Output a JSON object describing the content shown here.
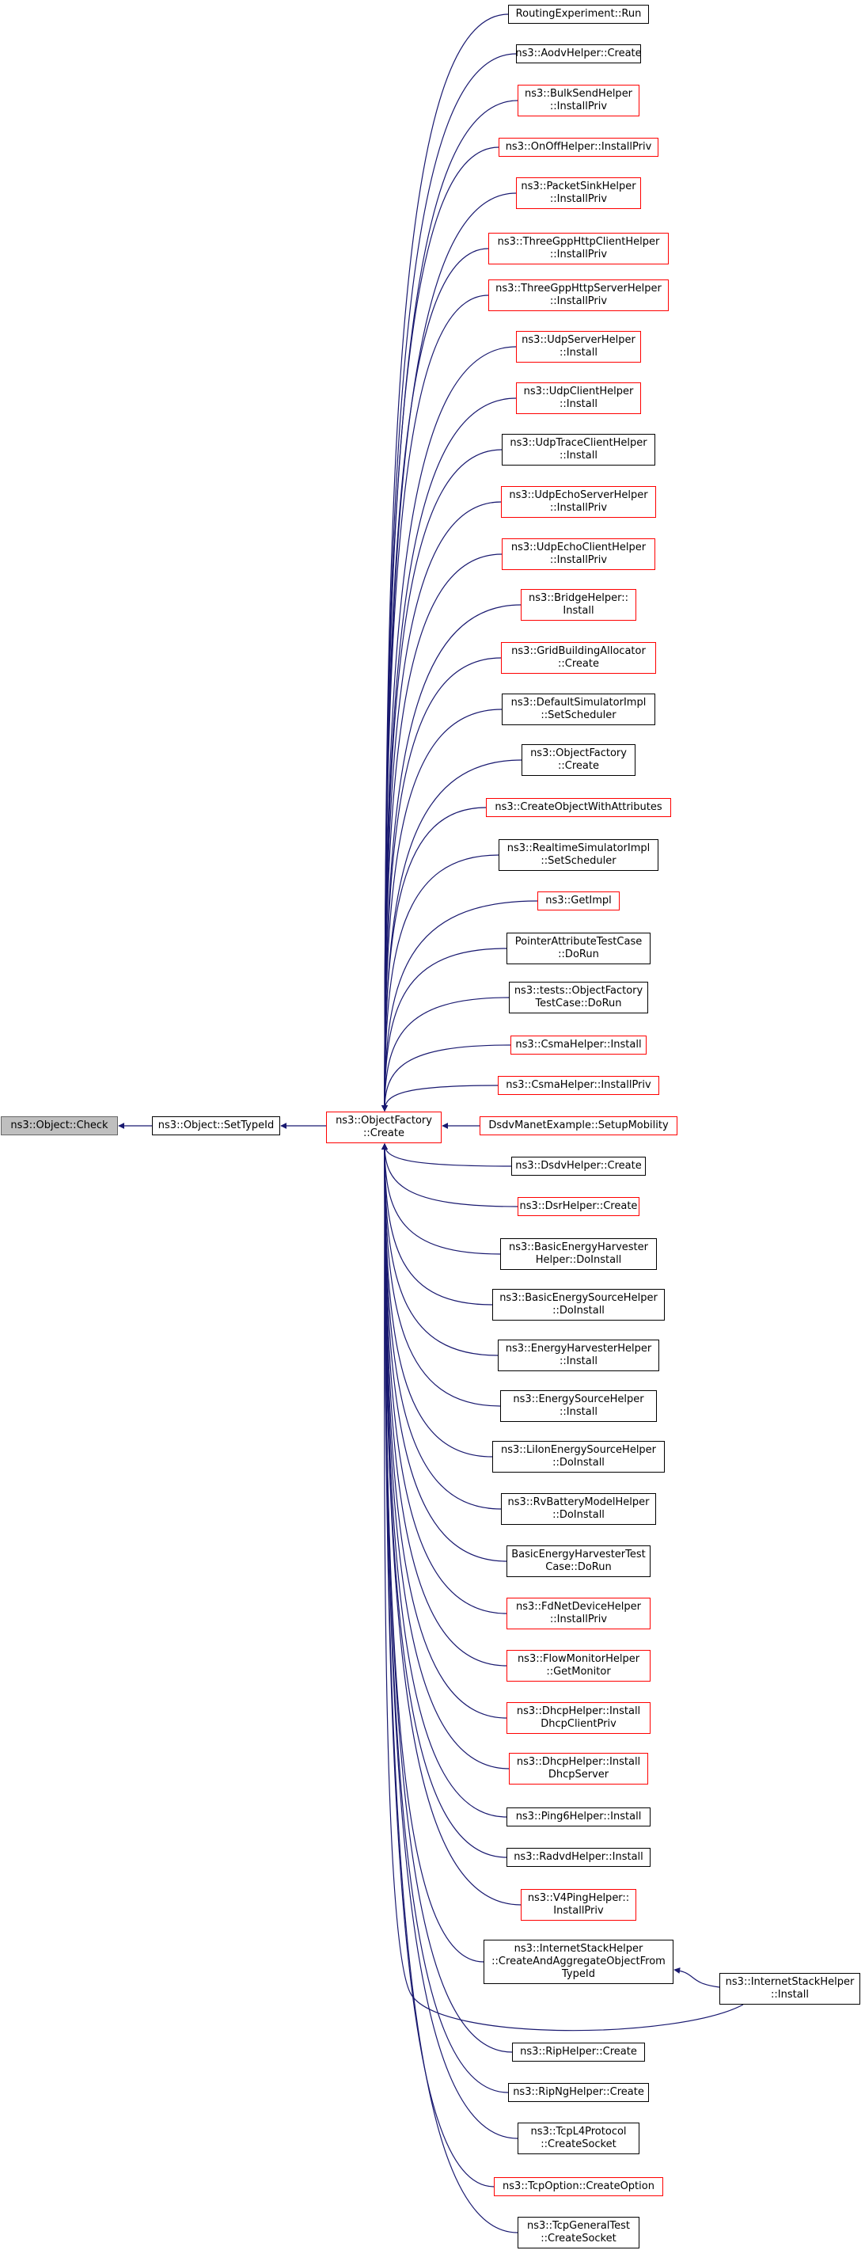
{
  "colors": {
    "edge": "#191970",
    "border_documented": "#000000",
    "border_undocumented": "#ff0000",
    "root_fill": "#bfbfbf",
    "root_border": "#666666"
  },
  "root": {
    "label": "ns3::Object::Check"
  },
  "settypeid": {
    "label": "ns3::Object::SetTypeId"
  },
  "objectfactory": {
    "label": "ns3::ObjectFactory\n::Create"
  },
  "callers": [
    {
      "label": "RoutingExperiment::Run",
      "style": "black"
    },
    {
      "label": "ns3::AodvHelper::Create",
      "style": "black"
    },
    {
      "label": "ns3::BulkSendHelper\n::InstallPriv",
      "style": "red"
    },
    {
      "label": "ns3::OnOffHelper::InstallPriv",
      "style": "red"
    },
    {
      "label": "ns3::PacketSinkHelper\n::InstallPriv",
      "style": "red"
    },
    {
      "label": "ns3::ThreeGppHttpClientHelper\n::InstallPriv",
      "style": "red"
    },
    {
      "label": "ns3::ThreeGppHttpServerHelper\n::InstallPriv",
      "style": "red"
    },
    {
      "label": "ns3::UdpServerHelper\n::Install",
      "style": "red"
    },
    {
      "label": "ns3::UdpClientHelper\n::Install",
      "style": "red"
    },
    {
      "label": "ns3::UdpTraceClientHelper\n::Install",
      "style": "black"
    },
    {
      "label": "ns3::UdpEchoServerHelper\n::InstallPriv",
      "style": "red"
    },
    {
      "label": "ns3::UdpEchoClientHelper\n::InstallPriv",
      "style": "red"
    },
    {
      "label": "ns3::BridgeHelper::\nInstall",
      "style": "red"
    },
    {
      "label": "ns3::GridBuildingAllocator\n::Create",
      "style": "red"
    },
    {
      "label": "ns3::DefaultSimulatorImpl\n::SetScheduler",
      "style": "black"
    },
    {
      "label": "ns3::ObjectFactory\n::Create",
      "style": "black"
    },
    {
      "label": "ns3::CreateObjectWithAttributes",
      "style": "red"
    },
    {
      "label": "ns3::RealtimeSimulatorImpl\n::SetScheduler",
      "style": "black"
    },
    {
      "label": "ns3::GetImpl",
      "style": "red"
    },
    {
      "label": "PointerAttributeTestCase\n::DoRun",
      "style": "black"
    },
    {
      "label": "ns3::tests::ObjectFactory\nTestCase::DoRun",
      "style": "black"
    },
    {
      "label": "ns3::CsmaHelper::Install",
      "style": "red"
    },
    {
      "label": "ns3::CsmaHelper::InstallPriv",
      "style": "red"
    },
    {
      "label": "DsdvManetExample::SetupMobility",
      "style": "red"
    },
    {
      "label": "ns3::DsdvHelper::Create",
      "style": "black"
    },
    {
      "label": "ns3::DsrHelper::Create",
      "style": "red"
    },
    {
      "label": "ns3::BasicEnergyHarvester\nHelper::DoInstall",
      "style": "black"
    },
    {
      "label": "ns3::BasicEnergySourceHelper\n::DoInstall",
      "style": "black"
    },
    {
      "label": "ns3::EnergyHarvesterHelper\n::Install",
      "style": "black"
    },
    {
      "label": "ns3::EnergySourceHelper\n::Install",
      "style": "black"
    },
    {
      "label": "ns3::LiIonEnergySourceHelper\n::DoInstall",
      "style": "black"
    },
    {
      "label": "ns3::RvBatteryModelHelper\n::DoInstall",
      "style": "black"
    },
    {
      "label": "BasicEnergyHarvesterTest\nCase::DoRun",
      "style": "black"
    },
    {
      "label": "ns3::FdNetDeviceHelper\n::InstallPriv",
      "style": "red"
    },
    {
      "label": "ns3::FlowMonitorHelper\n::GetMonitor",
      "style": "red"
    },
    {
      "label": "ns3::DhcpHelper::Install\nDhcpClientPriv",
      "style": "red"
    },
    {
      "label": "ns3::DhcpHelper::Install\nDhcpServer",
      "style": "red"
    },
    {
      "label": "ns3::Ping6Helper::Install",
      "style": "black"
    },
    {
      "label": "ns3::RadvdHelper::Install",
      "style": "black"
    },
    {
      "label": "ns3::V4PingHelper::\nInstallPriv",
      "style": "red"
    },
    {
      "label": "ns3::InternetStackHelper\n::CreateAndAggregateObjectFrom\nTypeId",
      "style": "black"
    },
    {
      "label": "ns3::RipHelper::Create",
      "style": "black"
    },
    {
      "label": "ns3::RipNgHelper::Create",
      "style": "black"
    },
    {
      "label": "ns3::TcpL4Protocol\n::CreateSocket",
      "style": "black"
    },
    {
      "label": "ns3::TcpOption::CreateOption",
      "style": "red"
    },
    {
      "label": "ns3::TcpGeneralTest\n::CreateSocket",
      "style": "black"
    }
  ],
  "internetstack_install": {
    "label": "ns3::InternetStackHelper\n::Install",
    "style": "black"
  }
}
